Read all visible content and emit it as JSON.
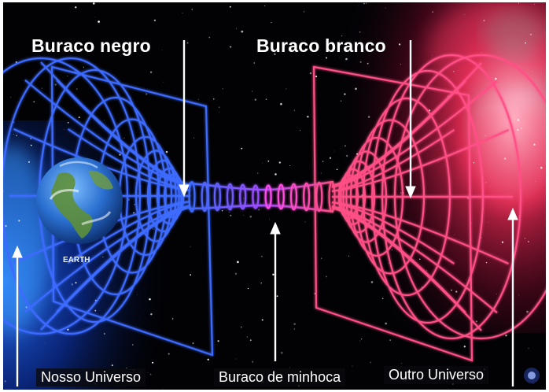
{
  "labels": {
    "black_hole": "Buraco negro",
    "white_hole": "Buraco branco",
    "our_universe": "Nosso Universo",
    "wormhole": "Buraco de minhoca",
    "other_universe": "Outro Universo",
    "earth": "EARTH"
  },
  "colors": {
    "background": "#020205",
    "black_hole_grid": "#3d6bff",
    "white_hole_grid": "#ff4f86",
    "our_universe_nebula": "#1f6cff",
    "other_universe_nebula": "#ff2f5c",
    "arrow": "#ffffff"
  }
}
